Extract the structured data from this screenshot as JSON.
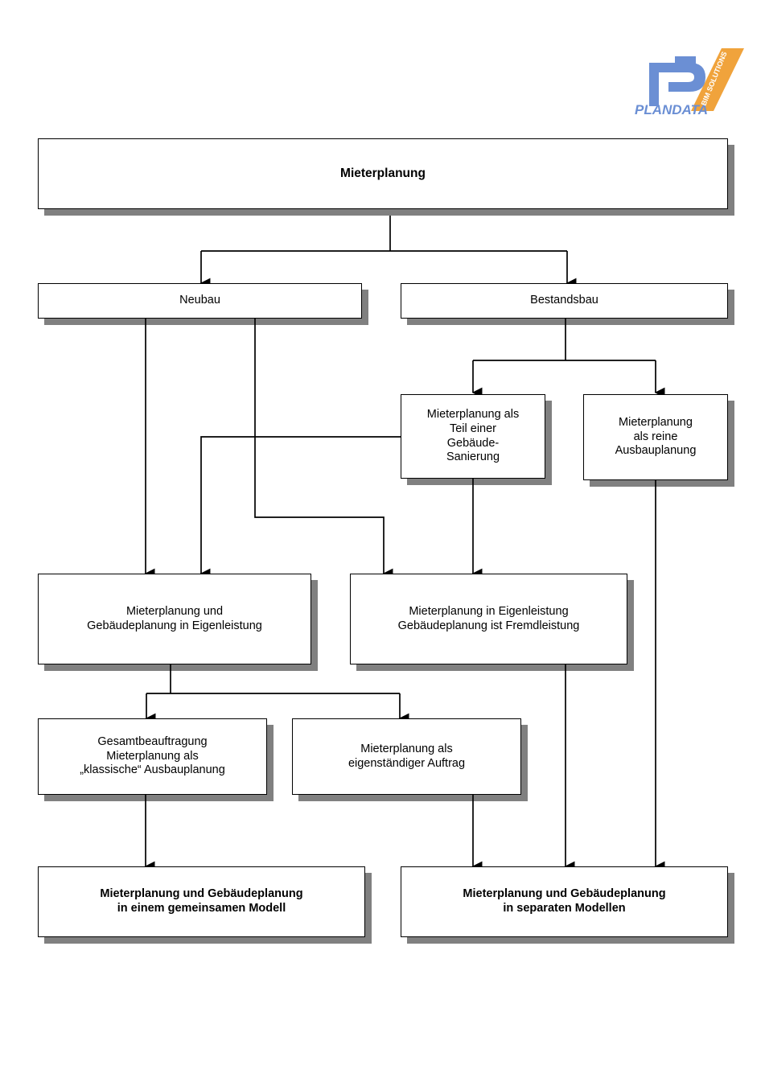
{
  "document": {
    "title": "Mieterplanung",
    "type": "flowchart",
    "language": "de"
  },
  "logo": {
    "name": "plandata-logo",
    "wordmark": "PLANDATA",
    "tagline": "BIM SOLUTIONS",
    "mark_color": "#6b8fd4",
    "tagline_bg": "#f0a33c",
    "tagline_text_color": "#ffffff"
  },
  "colors": {
    "box_fill": "#ffffff",
    "box_border": "#000000",
    "shadow": "#808080",
    "connector": "#000000",
    "page_bg": "#ffffff"
  },
  "nodes": {
    "root": {
      "id": "root",
      "label": "Mieterplanung",
      "bold": true
    },
    "neubau": {
      "id": "neubau",
      "label": "Neubau",
      "bold": false
    },
    "bestandsbau": {
      "id": "bestandsbau",
      "label": "Bestandsbau",
      "bold": false
    },
    "sanierung": {
      "id": "sanierung",
      "label": "Mieterplanung als\nTeil einer\nGebäude-\nSanierung",
      "bold": false
    },
    "ausbau_rein": {
      "id": "ausbau_rein",
      "label": "Mieterplanung\nals reine\nAusbauplanung",
      "bold": false
    },
    "eigen_beide": {
      "id": "eigen_beide",
      "label": "Mieterplanung und\nGebäudeplanung in Eigenleistung",
      "bold": false
    },
    "eigen_fremd": {
      "id": "eigen_fremd",
      "label": "Mieterplanung in Eigenleistung\nGebäudeplanung ist Fremdleistung",
      "bold": false
    },
    "gesamt": {
      "id": "gesamt",
      "label": "Gesamtbeauftragung\nMieterplanung als\n„klassische“ Ausbauplanung",
      "bold": false
    },
    "eigenstaendig": {
      "id": "eigenstaendig",
      "label": "Mieterplanung als\neigenständiger Auftrag",
      "bold": false
    },
    "modell_gemeinsam": {
      "id": "modell_gemeinsam",
      "label": "Mieterplanung und Gebäudeplanung\nin einem gemeinsamen Modell",
      "bold": true
    },
    "modell_separat": {
      "id": "modell_separat",
      "label": "Mieterplanung und Gebäudeplanung\nin separaten Modellen",
      "bold": true
    }
  },
  "edges": [
    {
      "from": "root",
      "to": "neubau"
    },
    {
      "from": "root",
      "to": "bestandsbau"
    },
    {
      "from": "bestandsbau",
      "to": "sanierung"
    },
    {
      "from": "bestandsbau",
      "to": "ausbau_rein"
    },
    {
      "from": "neubau",
      "to": "eigen_beide"
    },
    {
      "from": "neubau",
      "to": "eigen_fremd"
    },
    {
      "from": "sanierung",
      "to": "eigen_beide"
    },
    {
      "from": "sanierung",
      "to": "eigen_fremd"
    },
    {
      "from": "eigen_beide",
      "to": "gesamt"
    },
    {
      "from": "eigen_beide",
      "to": "eigenstaendig"
    },
    {
      "from": "gesamt",
      "to": "modell_gemeinsam"
    },
    {
      "from": "eigenstaendig",
      "to": "modell_separat"
    },
    {
      "from": "eigen_fremd",
      "to": "modell_separat"
    },
    {
      "from": "ausbau_rein",
      "to": "modell_separat"
    }
  ]
}
